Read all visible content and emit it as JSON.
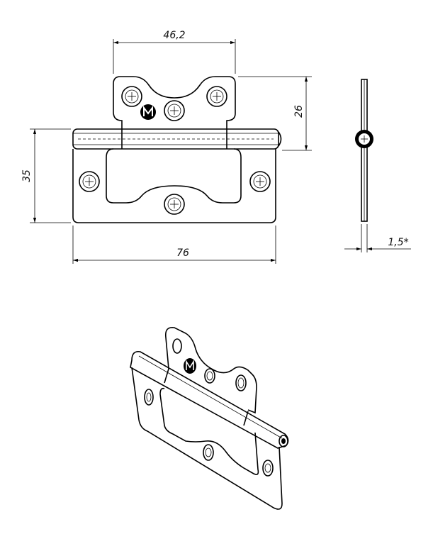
{
  "dimensions": {
    "top_width": "46,2",
    "leaf_height": "26",
    "total_height": "35",
    "total_width": "76",
    "thickness": "1,5*"
  },
  "logo": {
    "icon": "hinge-brand-logo"
  },
  "colors": {
    "line": "#000000",
    "background": "#ffffff"
  }
}
